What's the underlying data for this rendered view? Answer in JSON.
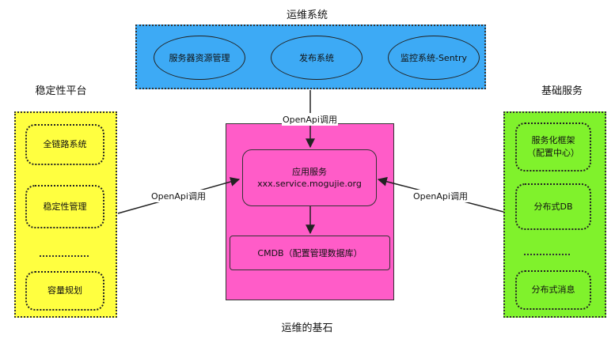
{
  "ops_systems": {
    "title": "运维系统",
    "items": [
      "服务器资源管理",
      "发布系统",
      "监控系统-Sentry"
    ],
    "color": "#3daaf5"
  },
  "stability_platform": {
    "title": "稳定性平台",
    "items": [
      "全链路系统",
      "稳定性管理",
      "容量规划"
    ],
    "ellipsis": "……………",
    "color": "#ffff40"
  },
  "basic_services": {
    "title": "基础服务",
    "item1_line1": "服务化框架",
    "item1_line2": "（配置中心）",
    "item2": "分布式DB",
    "item3": "分布式消息",
    "ellipsis": "……………",
    "color": "#80f22c"
  },
  "ops_foundation": {
    "caption": "运维的基石",
    "app_service_title": "应用服务",
    "app_service_domain": "xxx.service.mogujie.org",
    "cmdb_label": "CMDB（配置管理数据库）",
    "color": "#ff5cc8"
  },
  "edges": {
    "top_label": "OpenApi调用",
    "left_label": "OpenApi调用",
    "right_label": "OpenApi调用"
  }
}
